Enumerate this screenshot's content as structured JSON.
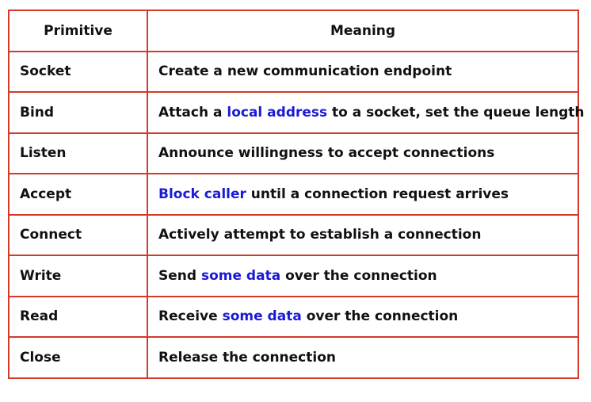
{
  "header": {
    "primitive": "Primitive",
    "meaning": "Meaning"
  },
  "rows": [
    {
      "primitive": "Socket",
      "meaning": [
        {
          "t": "Create a new communication endpoint"
        }
      ]
    },
    {
      "primitive": "Bind",
      "meaning": [
        {
          "t": "Attach a "
        },
        {
          "t": "local address",
          "hl": true
        },
        {
          "t": " to a socket, set the queue length"
        }
      ]
    },
    {
      "primitive": "Listen",
      "meaning": [
        {
          "t": "Announce willingness to accept connections"
        }
      ]
    },
    {
      "primitive": "Accept",
      "meaning": [
        {
          "t": "Block caller",
          "hl": true
        },
        {
          "t": " until a connection request arrives"
        }
      ]
    },
    {
      "primitive": "Connect",
      "meaning": [
        {
          "t": "Actively attempt to establish a connection"
        }
      ]
    },
    {
      "primitive": "Write",
      "meaning": [
        {
          "t": "Send "
        },
        {
          "t": "some data",
          "hl": true
        },
        {
          "t": " over the connection"
        }
      ]
    },
    {
      "primitive": "Read",
      "meaning": [
        {
          "t": "Receive "
        },
        {
          "t": "some data",
          "hl": true
        },
        {
          "t": " over the connection"
        }
      ]
    },
    {
      "primitive": "Close",
      "meaning": [
        {
          "t": "Release the connection"
        }
      ]
    }
  ],
  "colors": {
    "border": "#d33a2c",
    "highlight": "#1a1ad6",
    "text": "#111111"
  }
}
